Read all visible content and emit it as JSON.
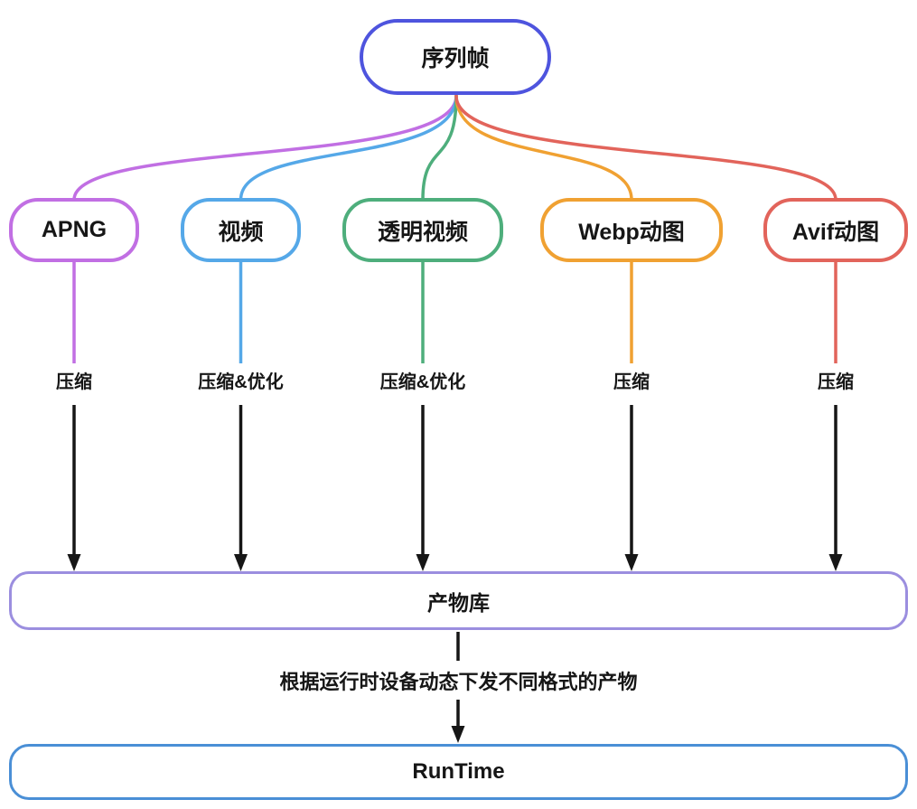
{
  "diagram": {
    "background": "#ffffff",
    "connector_color": "#161616",
    "root": {
      "label": "序列帧",
      "border_color": "#4E54DE"
    },
    "children": [
      {
        "label": "APNG",
        "process": "压缩",
        "color": "#C16FE3"
      },
      {
        "label": "视频",
        "process": "压缩&优化",
        "color": "#55A8E8"
      },
      {
        "label": "透明视频",
        "process": "压缩&优化",
        "color": "#4EAE7C"
      },
      {
        "label": "Webp动图",
        "process": "压缩",
        "color": "#F0A132"
      },
      {
        "label": "Avif动图",
        "process": "压缩",
        "color": "#E2645B"
      }
    ],
    "hub": {
      "label": "产物库",
      "border_color": "#9B8EDF"
    },
    "middle_note": "根据运行时设备动态下发不同格式的产物",
    "runtime": {
      "label": "RunTime",
      "border_color": "#4A8FD6"
    }
  }
}
